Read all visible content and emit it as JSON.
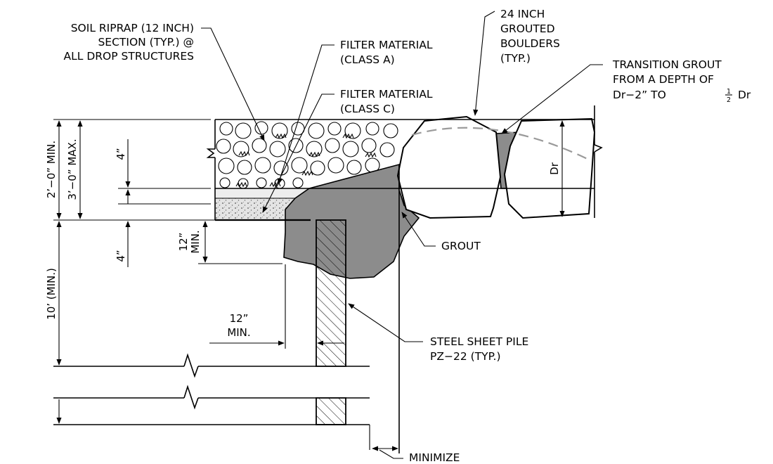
{
  "labels": {
    "soil_riprap_1": "SOIL RIPRAP (12 INCH)",
    "soil_riprap_2": "SECTION (TYP.) @",
    "soil_riprap_3": "ALL DROP STRUCTURES",
    "filter_a_1": "FILTER MATERIAL",
    "filter_a_2": "(CLASS A)",
    "filter_c_1": "FILTER MATERIAL",
    "filter_c_2": "(CLASS C)",
    "boulders_1": "24 INCH",
    "boulders_2": "GROUTED",
    "boulders_3": "BOULDERS",
    "boulders_4": "(TYP.)",
    "transition_1": "TRANSITION GROUT",
    "transition_2": "FROM A DEPTH OF",
    "transition_3a": "Dr−2” TO",
    "transition_3b": "Dr",
    "half_num": "1",
    "half_den": "2",
    "grout": "GROUT",
    "pile_1": "STEEL SHEET PILE",
    "pile_2": "PZ−22 (TYP.)",
    "minimize": "MINIMIZE"
  },
  "dimensions": {
    "min_2ft": "2’−0” MIN.",
    "max_3ft": "3’−0” MAX.",
    "four_top": "4”",
    "four_bottom": "4”",
    "twelve_v_1": "12”",
    "twelve_v_2": "MIN.",
    "twelve_h_1": "12”",
    "twelve_h_2": "MIN.",
    "ten_ft": "10’ (MIN.)",
    "dr": "Dr"
  }
}
